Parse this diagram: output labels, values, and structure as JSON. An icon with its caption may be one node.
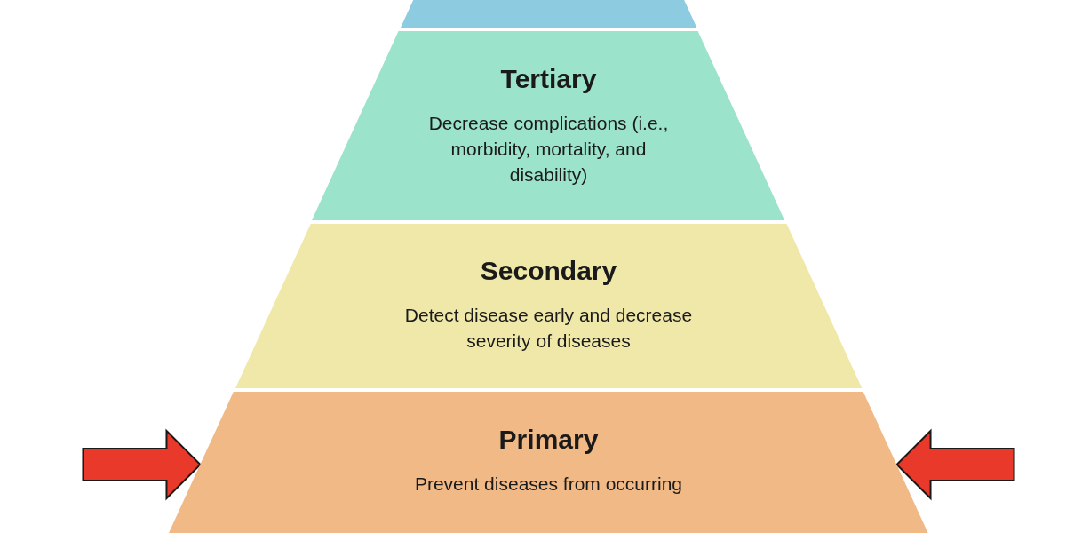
{
  "diagram": {
    "nodes": [
      {
        "text": [],
        "shape": "box"
      },
      {
        "text": [
          "Tertiary",
          "Decrease complications (i.e., morbidity, mortality, and disability)"
        ]
      },
      {
        "text": [
          "Secondary",
          "Detect disease early and decrease severity of diseases"
        ]
      },
      {
        "text": [
          "Primary",
          "Prevent diseases from occurring"
        ]
      }
    ],
    "edges": [
      {
        "from": null,
        "to": 3,
        "arrow": "to",
        "color": "#e8392a"
      },
      {
        "from": null,
        "to": 3,
        "arrow": "to",
        "color": "#e8392a"
      }
    ]
  }
}
